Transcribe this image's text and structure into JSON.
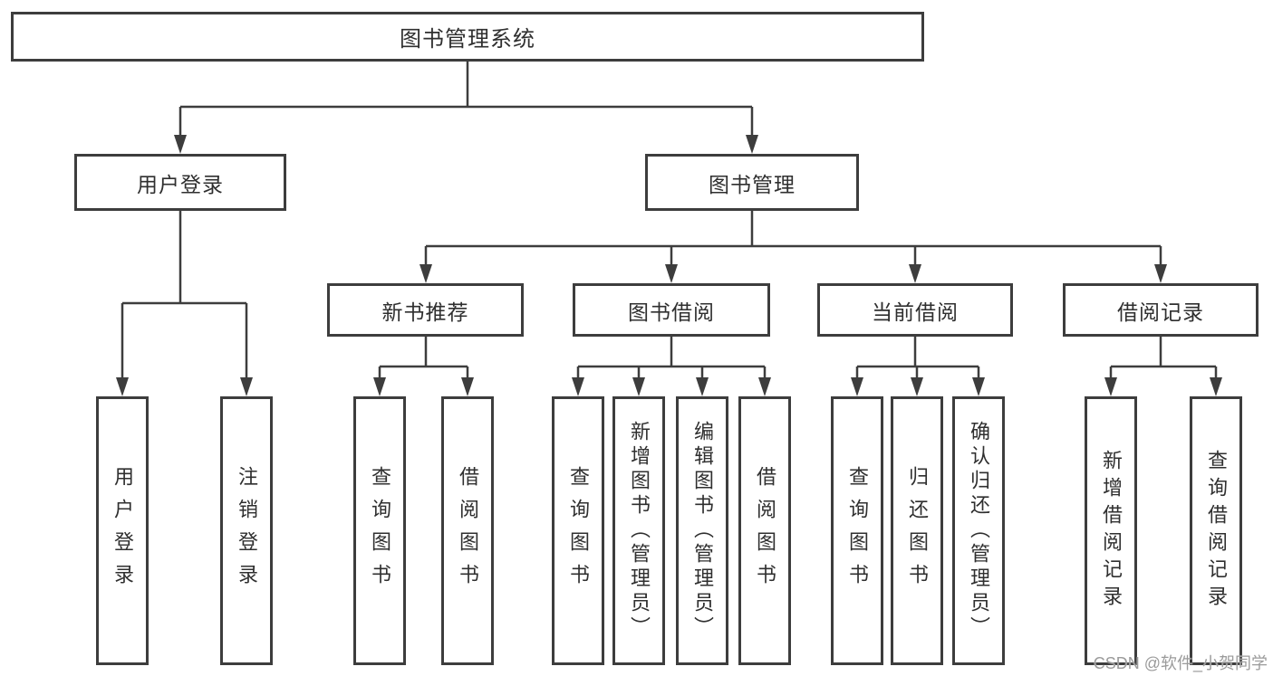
{
  "tree": {
    "root": "图书管理系统",
    "branches": [
      {
        "label": "用户登录",
        "children": [
          "用户登录",
          "注销登录"
        ]
      },
      {
        "label": "图书管理",
        "children": [
          {
            "label": "新书推荐",
            "children": [
              "查询图书",
              "借阅图书"
            ]
          },
          {
            "label": "图书借阅",
            "children": [
              "查询图书",
              "新增图书（管理员）",
              "编辑图书（管理员）",
              "借阅图书"
            ]
          },
          {
            "label": "当前借阅",
            "children": [
              "查询图书",
              "归还图书",
              "确认归还（管理员）"
            ]
          },
          {
            "label": "借阅记录",
            "children": [
              "新增借阅记录",
              "查询借阅记录"
            ]
          }
        ]
      }
    ]
  },
  "watermark": {
    "text": "CSDN @软件_小贺同学"
  },
  "colors": {
    "line": "#3d3d3d",
    "box_border": "#3d3d3d",
    "text": "#2f2f2f",
    "watermark": "#9b9b9b",
    "background": "#ffffff"
  }
}
